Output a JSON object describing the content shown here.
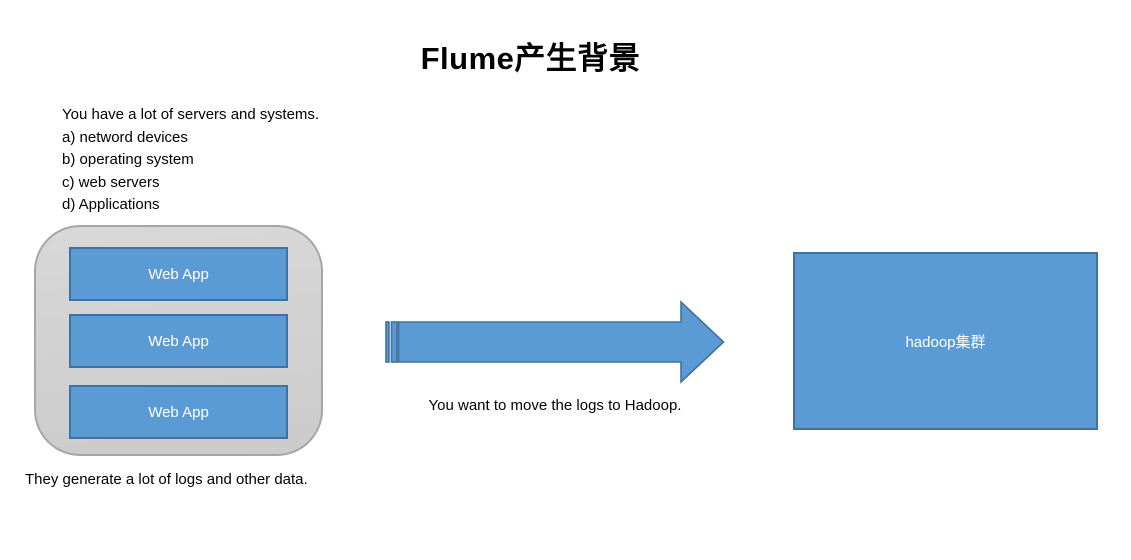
{
  "title": "Flume产生背景",
  "intro": {
    "heading": "You have a lot of servers and systems.",
    "items": [
      "a) netword devices",
      "b) operating system",
      "c) web servers",
      "d) Applications"
    ]
  },
  "servers": {
    "boxes": [
      "Web App",
      "Web App",
      "Web App"
    ]
  },
  "arrow": {
    "caption": "You want to move the logs to Hadoop."
  },
  "hadoop": {
    "label": "hadoop集群"
  },
  "footer": "They generate a lot of logs and other data.",
  "colors": {
    "shape_fill": "#5B9BD5",
    "shape_border": "#41719C",
    "shape_text": "#FFFFFF",
    "group_fill_top": "#D8D8D8",
    "group_fill_bottom": "#CBCBCB",
    "group_border": "#A6A6A6",
    "text": "#000000",
    "background": "#FFFFFF"
  }
}
